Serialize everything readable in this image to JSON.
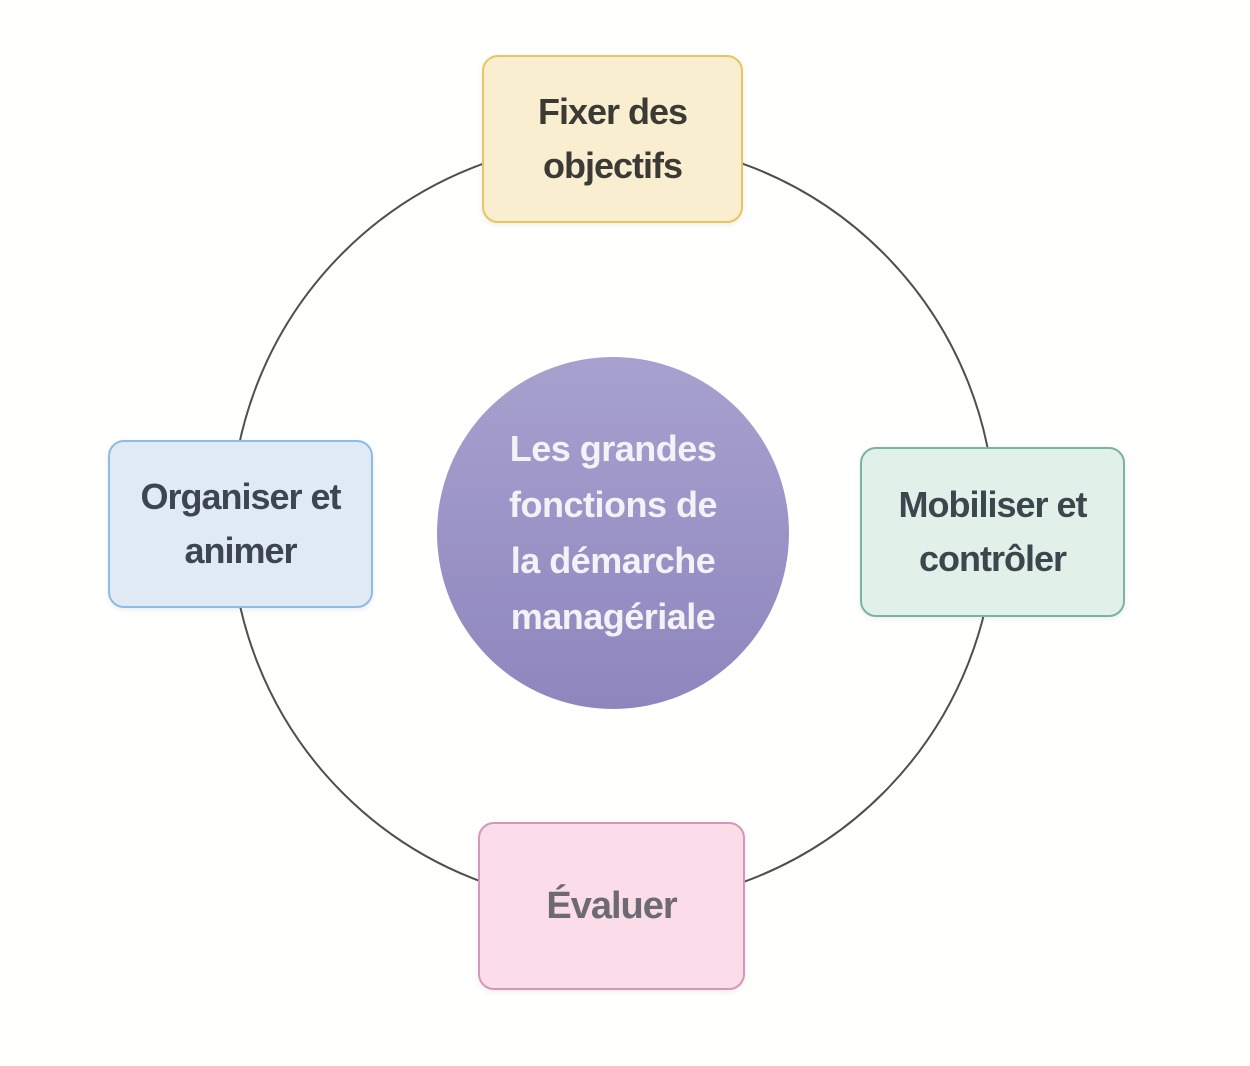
{
  "diagram": {
    "type": "cycle-diagram",
    "background_color": "#fffffe",
    "ring": {
      "color": "#4f4f4f"
    },
    "center": {
      "label": "Les grandes\nfonctions de\nla démarche\nmanagériale",
      "fill_start": "#a7a1cf",
      "fill_end": "#8e86bd",
      "text_color": "#f4f2f7"
    },
    "nodes": {
      "top": {
        "label": "Fixer des\nobjectifs",
        "fill": "#faeed0",
        "border": "#e8c55e",
        "text_color": "#3b3a35"
      },
      "right": {
        "label": "Mobiliser et\ncontrôler",
        "fill": "#e2f0ea",
        "border": "#79b3a4",
        "text_color": "#3b464d"
      },
      "bottom": {
        "label": "Évaluer",
        "fill": "#fadde9",
        "border": "#d597b7",
        "text_color": "#6e6a72"
      },
      "left": {
        "label": "Organiser et\nanimer",
        "fill": "#e0eaf5",
        "border": "#8cbce5",
        "text_color": "#3d4552"
      }
    }
  }
}
